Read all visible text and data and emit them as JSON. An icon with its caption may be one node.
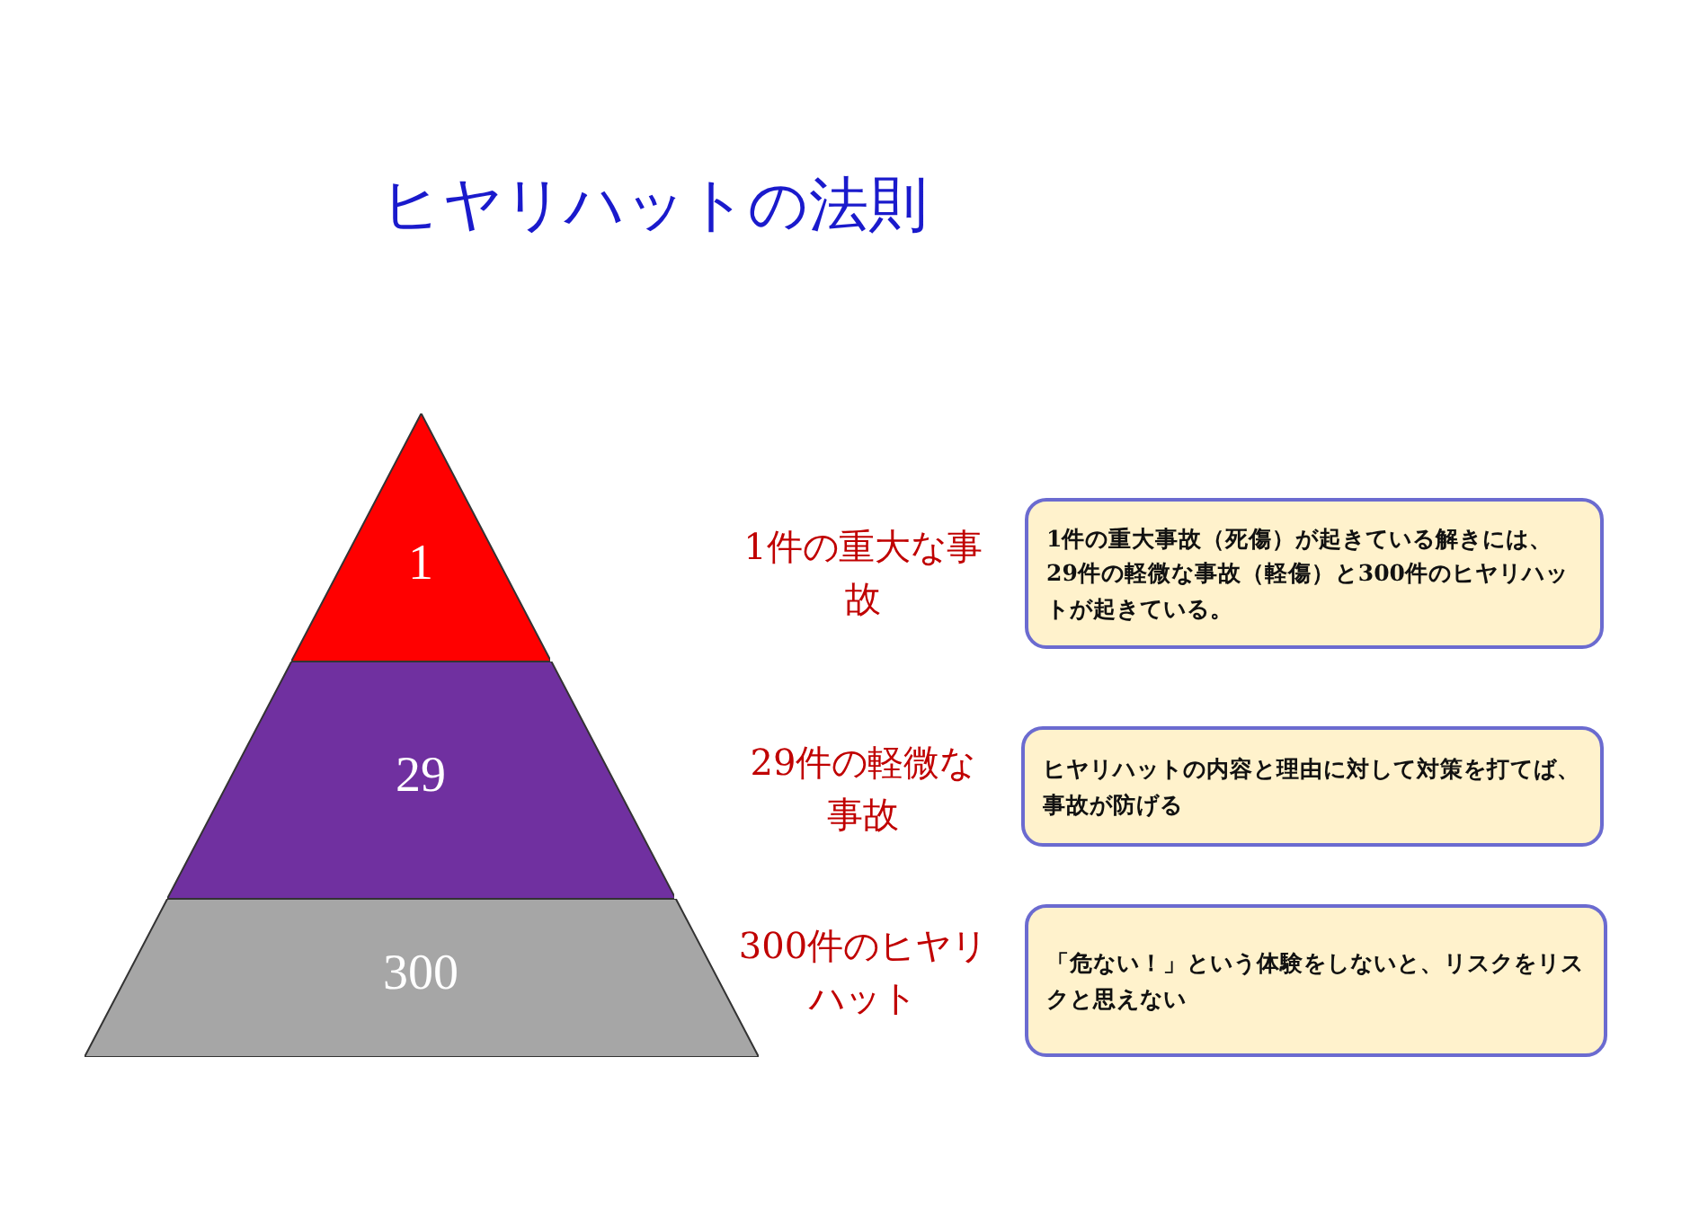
{
  "diagram": {
    "title": "ヒヤリハットの法則",
    "nodes": [
      {
        "text": [
          "1"
        ]
      },
      {
        "text": [
          "29"
        ]
      },
      {
        "text": [
          "300"
        ]
      },
      {
        "text": [
          "1件の重大事故（死傷）が起きている解きには、29件の軽微な事故（軽傷）と300件のヒヤリハットが起きている。"
        ]
      },
      {
        "text": [
          "ヒヤリハットの内容と理由に対して対策を打てば、事故が防げる"
        ]
      },
      {
        "text": [
          "「危ない！」という体験をしないと、リスクをリスクと思えない"
        ]
      }
    ],
    "labels": [
      "1件の重大な事故",
      "29件の軽微な事故",
      "300件のヒヤリハット"
    ]
  }
}
